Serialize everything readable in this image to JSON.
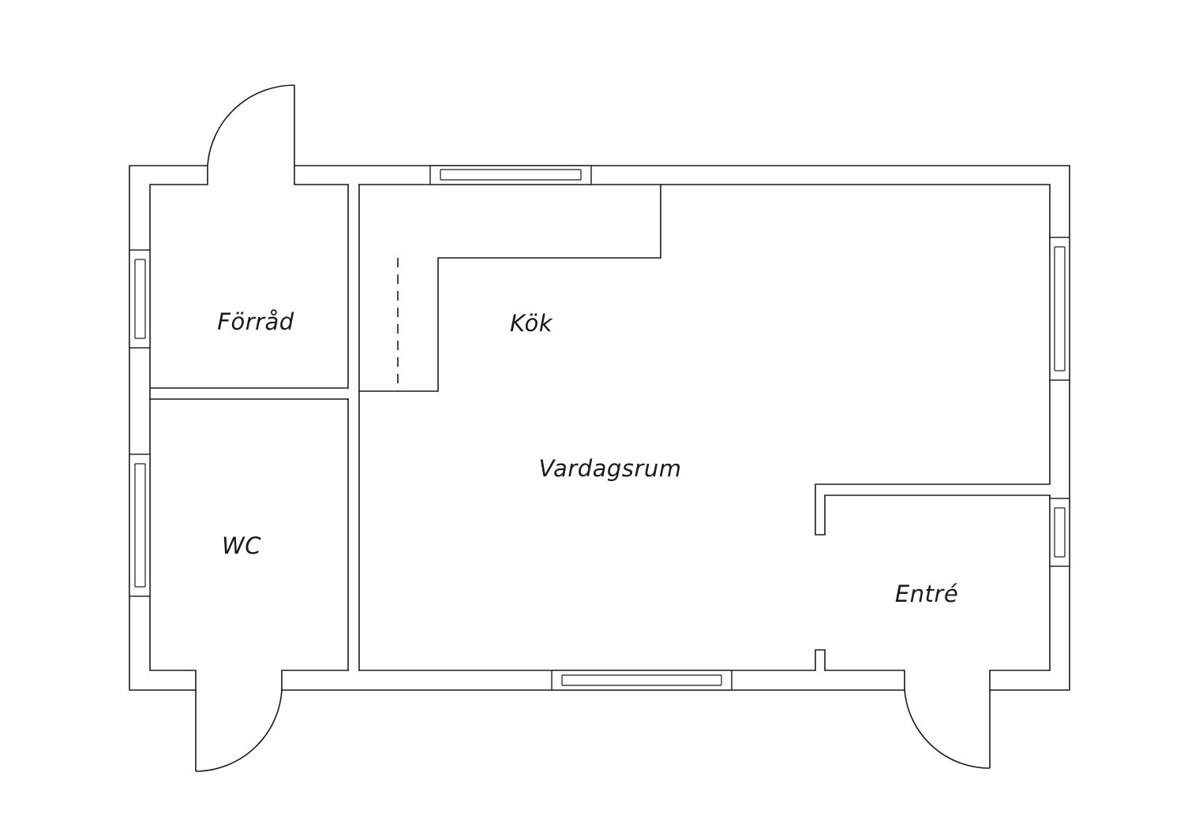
{
  "floorplan": {
    "rooms": {
      "storage": "Förråd",
      "kitchen": "Kök",
      "living": "Vardagsrum",
      "wc": "WC",
      "entrance": "Entré"
    }
  }
}
